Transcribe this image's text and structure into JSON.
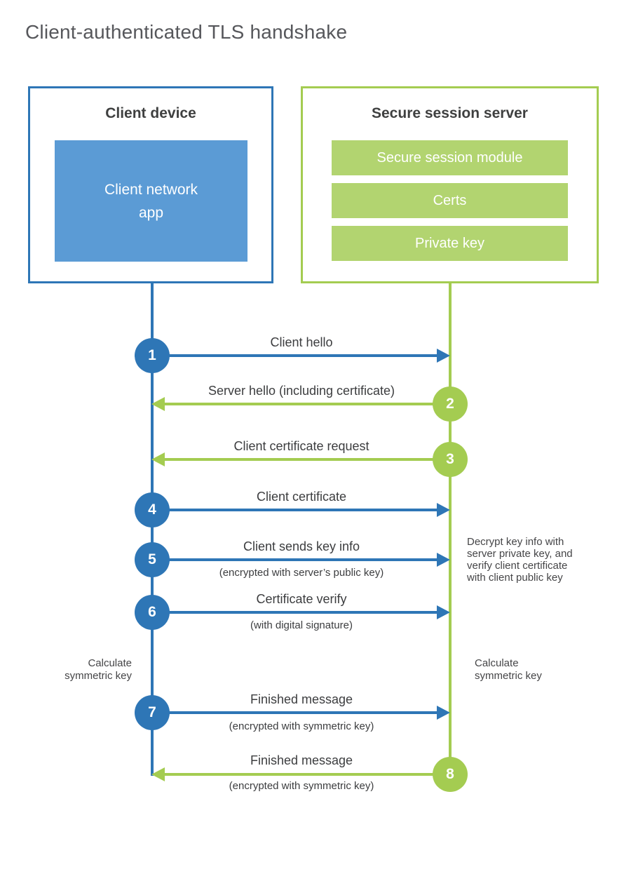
{
  "title": "Client-authenticated TLS handshake",
  "client": {
    "title": "Client device",
    "app_lines": [
      "Client network",
      "app"
    ]
  },
  "server": {
    "title": "Secure session server",
    "modules": [
      "Secure session module",
      "Certs",
      "Private key"
    ]
  },
  "steps": [
    {
      "num": "1",
      "actor": "client",
      "label": "Client hello",
      "sublabel": ""
    },
    {
      "num": "2",
      "actor": "server",
      "label": "Server hello (including certificate)",
      "sublabel": ""
    },
    {
      "num": "3",
      "actor": "server",
      "label": "Client certificate request",
      "sublabel": ""
    },
    {
      "num": "4",
      "actor": "client",
      "label": "Client certificate",
      "sublabel": ""
    },
    {
      "num": "5",
      "actor": "client",
      "label": "Client sends key info",
      "sublabel": "(encrypted with server’s public key)"
    },
    {
      "num": "6",
      "actor": "client",
      "label": "Certificate verify",
      "sublabel": "(with digital signature)"
    },
    {
      "num": "7",
      "actor": "client",
      "label": "Finished message",
      "sublabel": "(encrypted with symmetric key)"
    },
    {
      "num": "8",
      "actor": "server",
      "label": "Finished message",
      "sublabel": "(encrypted with symmetric key)"
    }
  ],
  "notes": {
    "decrypt_lines": [
      "Decrypt key info with",
      "server private key, and",
      "verify client certificate",
      "with client public key"
    ],
    "calc_left_lines": [
      "Calculate",
      "symmetric key"
    ],
    "calc_right_lines": [
      "Calculate",
      "symmetric key"
    ]
  },
  "colors": {
    "blue_accent": "#2e76b6",
    "blue_fill": "#5b9bd5",
    "green_accent": "#a4cc51",
    "green_fill": "#b2d470",
    "text": "#3c3d3f",
    "title_text": "#56575b"
  }
}
